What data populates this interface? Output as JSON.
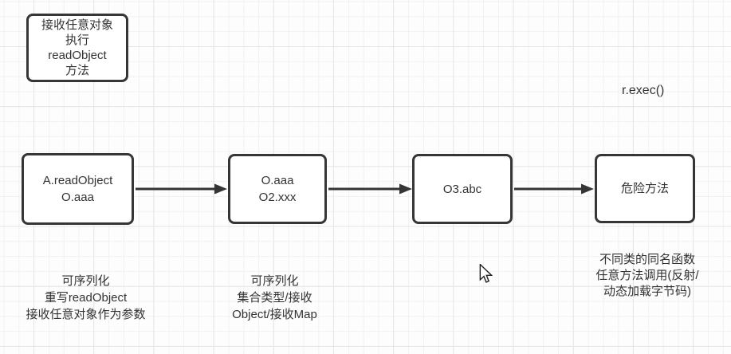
{
  "canvas": {
    "note_box": {
      "text": "接收任意对象\n执行\nreadObject\n方法"
    },
    "flow_boxes": [
      {
        "label": "A.readObject\nO.aaa"
      },
      {
        "label": "O.aaa\nO2.xxx"
      },
      {
        "label": "O3.abc"
      },
      {
        "label": "危险方法"
      }
    ],
    "captions": [
      {
        "text": "可序列化\n重写readObject\n接收任意对象作为参数"
      },
      {
        "text": "可序列化\n集合类型/接收\nObject/接收Map"
      },
      {
        "text": "不同类的同名函数\n任意方法调用(反射/\n动态加载字节码)"
      }
    ],
    "annotation": "r.exec()",
    "colors": {
      "stroke": "#363636",
      "text": "#333333",
      "background": "#fdfdfe",
      "grid_minor": "#f1f1f4",
      "grid_major": "#e5e5ea"
    }
  }
}
